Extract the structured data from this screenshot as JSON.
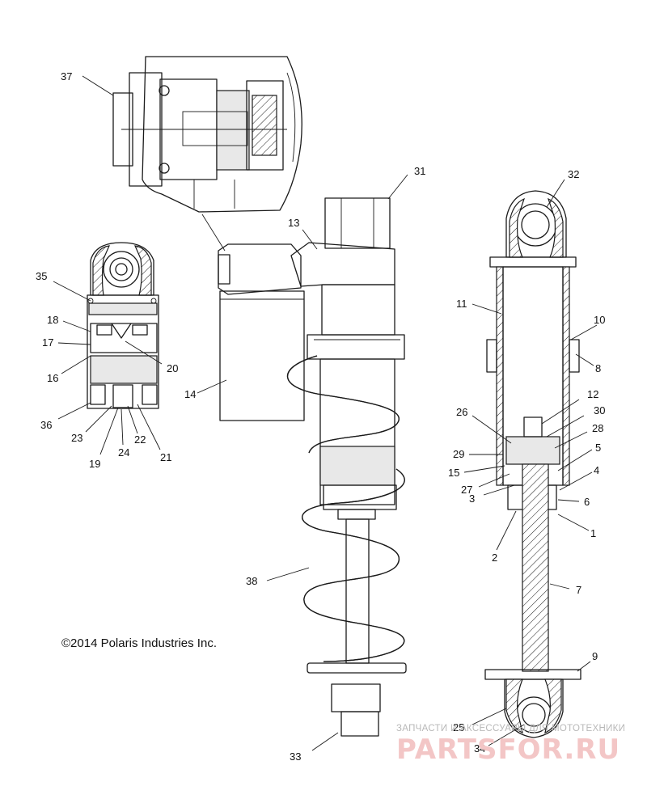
{
  "copyright": "©2014 Polaris Industries Inc.",
  "watermark": {
    "line1": "ЗАПЧАСТИ И АКСЕССУАРЫ ДЛЯ МОТОТЕХНИКИ",
    "line2": "PARTSFOR.RU"
  },
  "callouts": {
    "c1": "1",
    "c2": "2",
    "c3": "3",
    "c4": "4",
    "c5": "5",
    "c6": "6",
    "c7": "7",
    "c8": "8",
    "c9": "9",
    "c10": "10",
    "c11": "11",
    "c12": "12",
    "c13": "13",
    "c14": "14",
    "c15": "15",
    "c16": "16",
    "c17": "17",
    "c18": "18",
    "c19": "19",
    "c20": "20",
    "c21": "21",
    "c22": "22",
    "c23": "23",
    "c24": "24",
    "c25": "25",
    "c26": "26",
    "c27": "27",
    "c28": "28",
    "c29": "29",
    "c30": "30",
    "c31": "31",
    "c32": "32",
    "c33": "33",
    "c34": "34",
    "c35": "35",
    "c36": "36",
    "c37": "37",
    "c38": "38"
  },
  "colors": {
    "line": "#1a1a1a",
    "watermark_text": "#b8b8b8",
    "watermark_logo": "#f3c6c6"
  }
}
